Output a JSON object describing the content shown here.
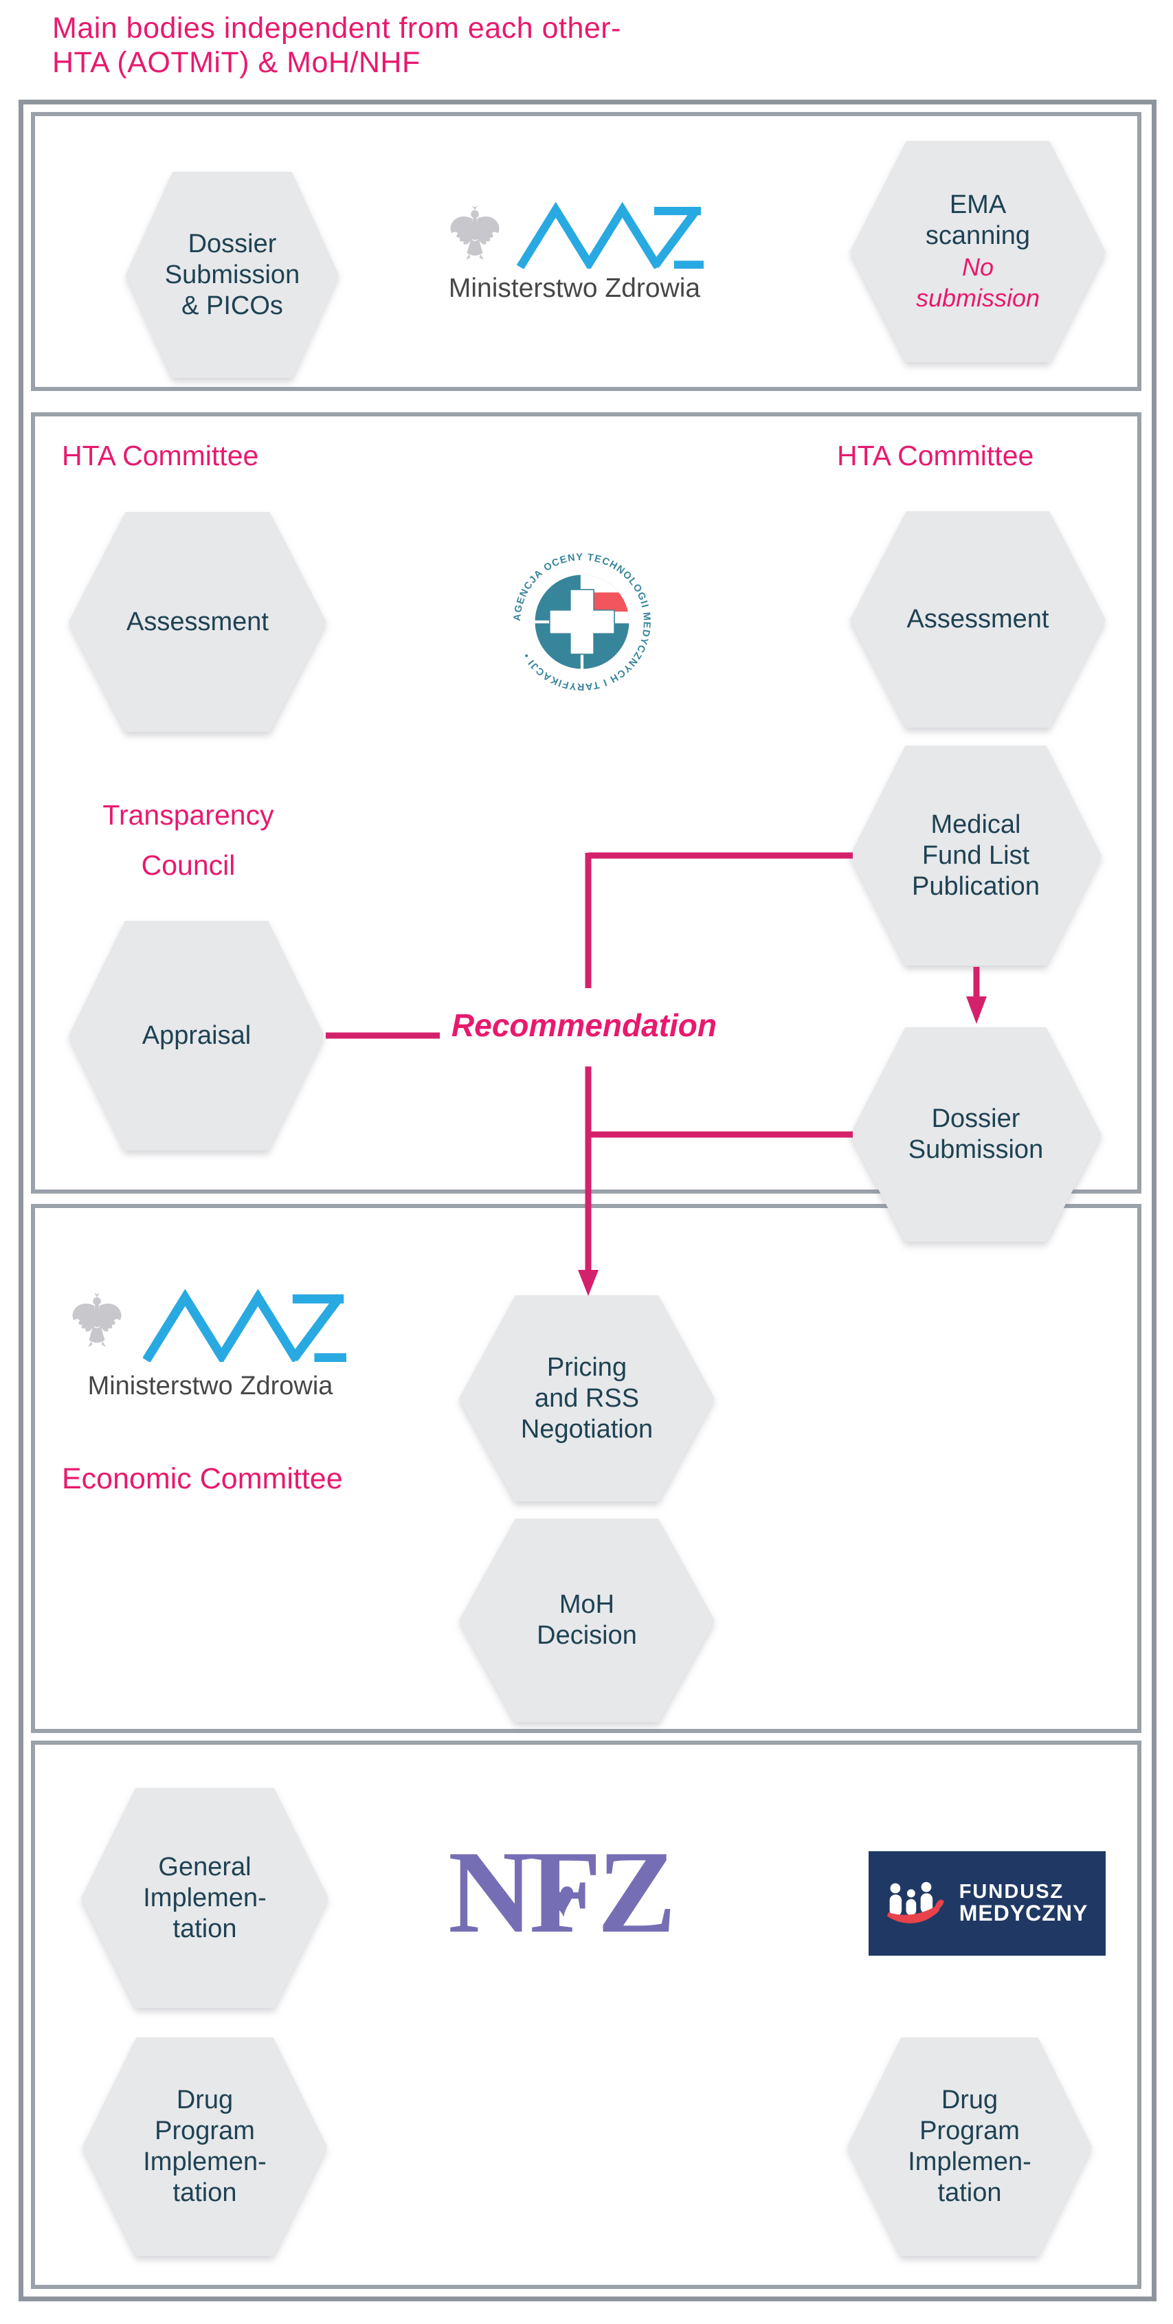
{
  "title": {
    "line1": "Main bodies independent from each other-",
    "line2": "HTA (AOTMiT) & MoH/NHF"
  },
  "colors": {
    "pink_label": "#E8196E",
    "pink_line": "#D4216C",
    "hex_fill": "#E7E8EA",
    "hex_text": "#1E4253",
    "frame_gray": "#9BA1A9",
    "mz_cyan": "#29A9E1",
    "mz_caption_gray": "#474747",
    "nfz_purple": "#766EB5",
    "fundusz_navy": "#203964",
    "fundusz_red": "#E8434A",
    "aotmit_teal": "#37859B",
    "aotmit_red": "#F2555C"
  },
  "logos": {
    "mz_caption": "Ministerstwo Zdrowia",
    "aotmit_ring": "AGENCJA OCENY TECHNOLOGII MEDYCZNYCH I TARYFIKACJI  •",
    "nfz": "NFZ",
    "nfz_heart": "♥",
    "fm_line1": "FUNDUSZ",
    "fm_line2": "MEDYCZNY"
  },
  "box1": {
    "dossier": [
      "Dossier",
      "Submission",
      "& PICOs"
    ],
    "ema": [
      "EMA",
      "scanning"
    ],
    "ema_note": [
      "No",
      "submission"
    ]
  },
  "box2": {
    "hta_left": "HTA Committee",
    "hta_right": "HTA Committee",
    "assessment_left": "Assessment",
    "assessment_right": "Assessment",
    "transparency": [
      "Transparency",
      "Council"
    ],
    "appraisal": "Appraisal",
    "medical_fund": [
      "Medical",
      "Fund List",
      "Publication"
    ],
    "recommendation": "Recommendation",
    "dossier2": [
      "Dossier",
      "Submission"
    ]
  },
  "box3": {
    "mz_caption": "Ministerstwo Zdrowia",
    "economic": "Economic Committee",
    "pricing": [
      "Pricing",
      "and RSS",
      "Negotiation"
    ],
    "moh": [
      "MoH",
      "Decision"
    ]
  },
  "box4": {
    "general": [
      "General",
      "Implemen-",
      "tation"
    ],
    "drug_left": [
      "Drug",
      "Program",
      "Implemen-",
      "tation"
    ],
    "drug_right": [
      "Drug",
      "Program",
      "Implemen-",
      "tation"
    ]
  }
}
